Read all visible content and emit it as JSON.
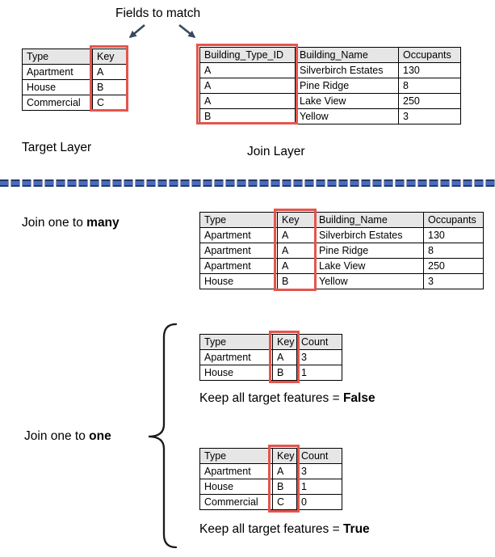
{
  "heading": "Fields to match",
  "labels": {
    "target_layer": "Target Layer",
    "join_layer": "Join Layer",
    "one_to_many_prefix": "Join one to ",
    "one_to_many_bold": "many",
    "one_to_one_prefix": "Join one to ",
    "one_to_one_bold": "one",
    "keep_false_prefix": "Keep all target features = ",
    "keep_false_bold": "False",
    "keep_true_prefix": "Keep all target features = ",
    "keep_true_bold": "True"
  },
  "colors": {
    "highlight_red": "#e4554e",
    "arrow_navy": "#3a4862",
    "dash_blue": "#4a6bbf",
    "dash_navy": "#223a66",
    "header_gray": "#e7e6e6"
  },
  "tables": {
    "target": {
      "headers": [
        "Type",
        "Key"
      ],
      "rows": [
        [
          "Apartment",
          "A"
        ],
        [
          "House",
          "B"
        ],
        [
          "Commercial",
          "C"
        ]
      ]
    },
    "join": {
      "headers": [
        "Building_Type_ID",
        "Building_Name",
        "Occupants"
      ],
      "rows": [
        [
          "A",
          "Silverbirch Estates",
          "130"
        ],
        [
          "A",
          "Pine Ridge",
          "8"
        ],
        [
          "A",
          "Lake View",
          "250"
        ],
        [
          "B",
          "Yellow",
          "3"
        ]
      ]
    },
    "one_to_many": {
      "headers": [
        "Type",
        "Key",
        "Building_Name",
        "Occupants"
      ],
      "rows": [
        [
          "Apartment",
          "A",
          "Silverbirch Estates",
          "130"
        ],
        [
          "Apartment",
          "A",
          "Pine Ridge",
          "8"
        ],
        [
          "Apartment",
          "A",
          "Lake View",
          "250"
        ],
        [
          "House",
          "B",
          "Yellow",
          "3"
        ]
      ]
    },
    "one_to_one_false": {
      "headers": [
        "Type",
        "Key",
        "Count"
      ],
      "rows": [
        [
          "Apartment",
          "A",
          "3"
        ],
        [
          "House",
          "B",
          "1"
        ]
      ]
    },
    "one_to_one_true": {
      "headers": [
        "Type",
        "Key",
        "Count"
      ],
      "rows": [
        [
          "Apartment",
          "A",
          "3"
        ],
        [
          "House",
          "B",
          "1"
        ],
        [
          "Commercial",
          "C",
          "0"
        ]
      ]
    }
  }
}
